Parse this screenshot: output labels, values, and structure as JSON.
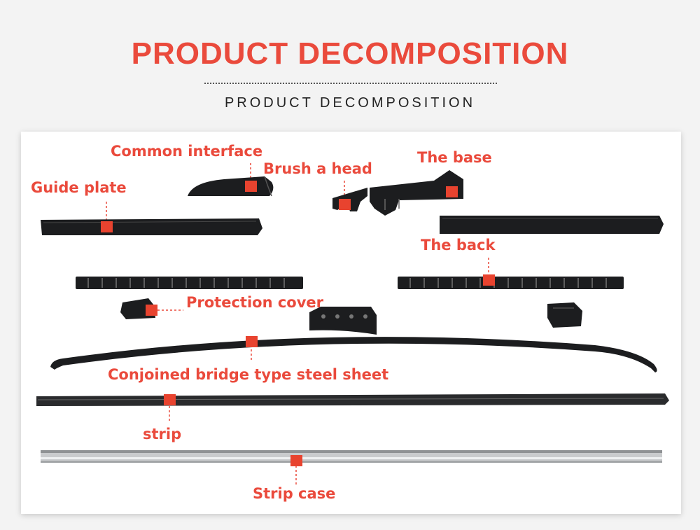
{
  "header": {
    "title": "PRODUCT DECOMPOSITION",
    "subtitle": "PRODUCT DECOMPOSITION"
  },
  "colors": {
    "accent": "#ea4a3c",
    "marker": "#e8432f",
    "part": "#1c1d1f",
    "panel": "#ffffff",
    "background": "#f3f3f3"
  },
  "labels": {
    "common_interface": "Common interface",
    "brush_head": "Brush a head",
    "the_base": "The base",
    "guide_plate": "Guide plate",
    "the_back": "The back",
    "protection_cover": "Protection cover",
    "steel_sheet": "Conjoined bridge type steel sheet",
    "strip": "strip",
    "strip_case": "Strip case"
  }
}
